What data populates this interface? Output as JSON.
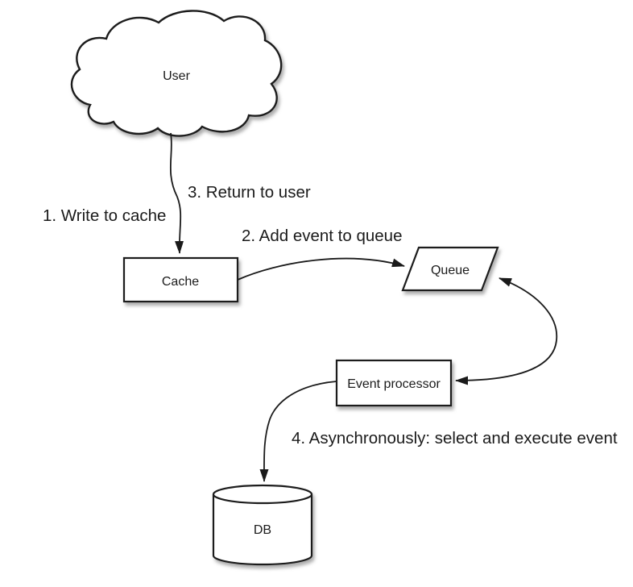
{
  "diagram": {
    "type": "flow-diagram",
    "nodes": {
      "user": "User",
      "cache": "Cache",
      "queue": "Queue",
      "event_processor": "Event processor",
      "db": "DB"
    },
    "edge_labels": {
      "step1": "1. Write to cache",
      "step2": "2. Add event to queue",
      "step3": "3. Return to user",
      "step4": "4. Asynchronously: select and execute event"
    },
    "arrows": [
      {
        "from": "User",
        "to": "Cache",
        "heads": "end",
        "label": "1. Write to cache / 3. Return to user"
      },
      {
        "from": "Cache",
        "to": "Queue",
        "heads": "end",
        "label": "2. Add event to queue"
      },
      {
        "from": "Queue",
        "to": "Event processor",
        "heads": "both",
        "label": ""
      },
      {
        "from": "Event processor",
        "to": "DB",
        "heads": "end",
        "label": "4. Asynchronously: select and execute event"
      }
    ],
    "icons": {
      "arrowhead": "filled black triangle",
      "user_shape": "cloud",
      "queue_shape": "parallelogram",
      "db_shape": "cylinder"
    },
    "colors": {
      "background": "#ffffff",
      "node_fill": "#ffffff",
      "stroke": "#1a1a1a",
      "text": "#1b1b1b",
      "shadow": "#777777"
    }
  }
}
